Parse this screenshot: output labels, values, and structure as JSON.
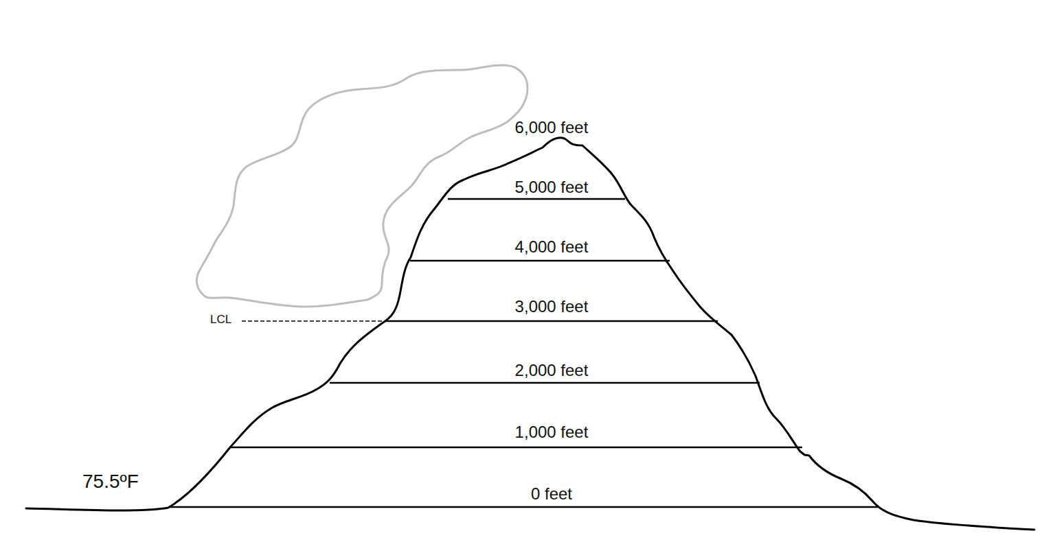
{
  "diagram": {
    "labels": [
      "6,000 feet",
      "5,000 feet",
      "4,000 feet",
      "3,000 feet",
      "2,000 feet",
      "1,000 feet",
      "0 feet",
      "LCL",
      "75.5ºF"
    ]
  }
}
